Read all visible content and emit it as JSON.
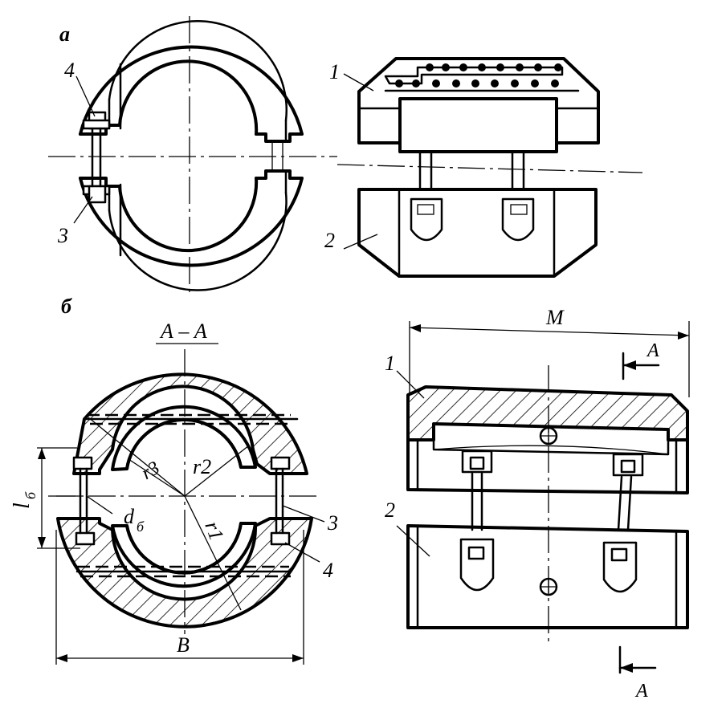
{
  "labels": {
    "fig_a": "а",
    "fig_b": "б",
    "section_title": "А – А",
    "part_1": "1",
    "part_2": "2",
    "part_3": "3",
    "part_4": "4",
    "dim_M": "М",
    "dim_B": "В",
    "dim_l": "l",
    "dim_l_sub": "б",
    "dim_d": "d",
    "dim_d_sub": "б",
    "radius_r1": "r1",
    "radius_r2": "r2",
    "radius_r3": "r3",
    "section_mark": "А"
  }
}
